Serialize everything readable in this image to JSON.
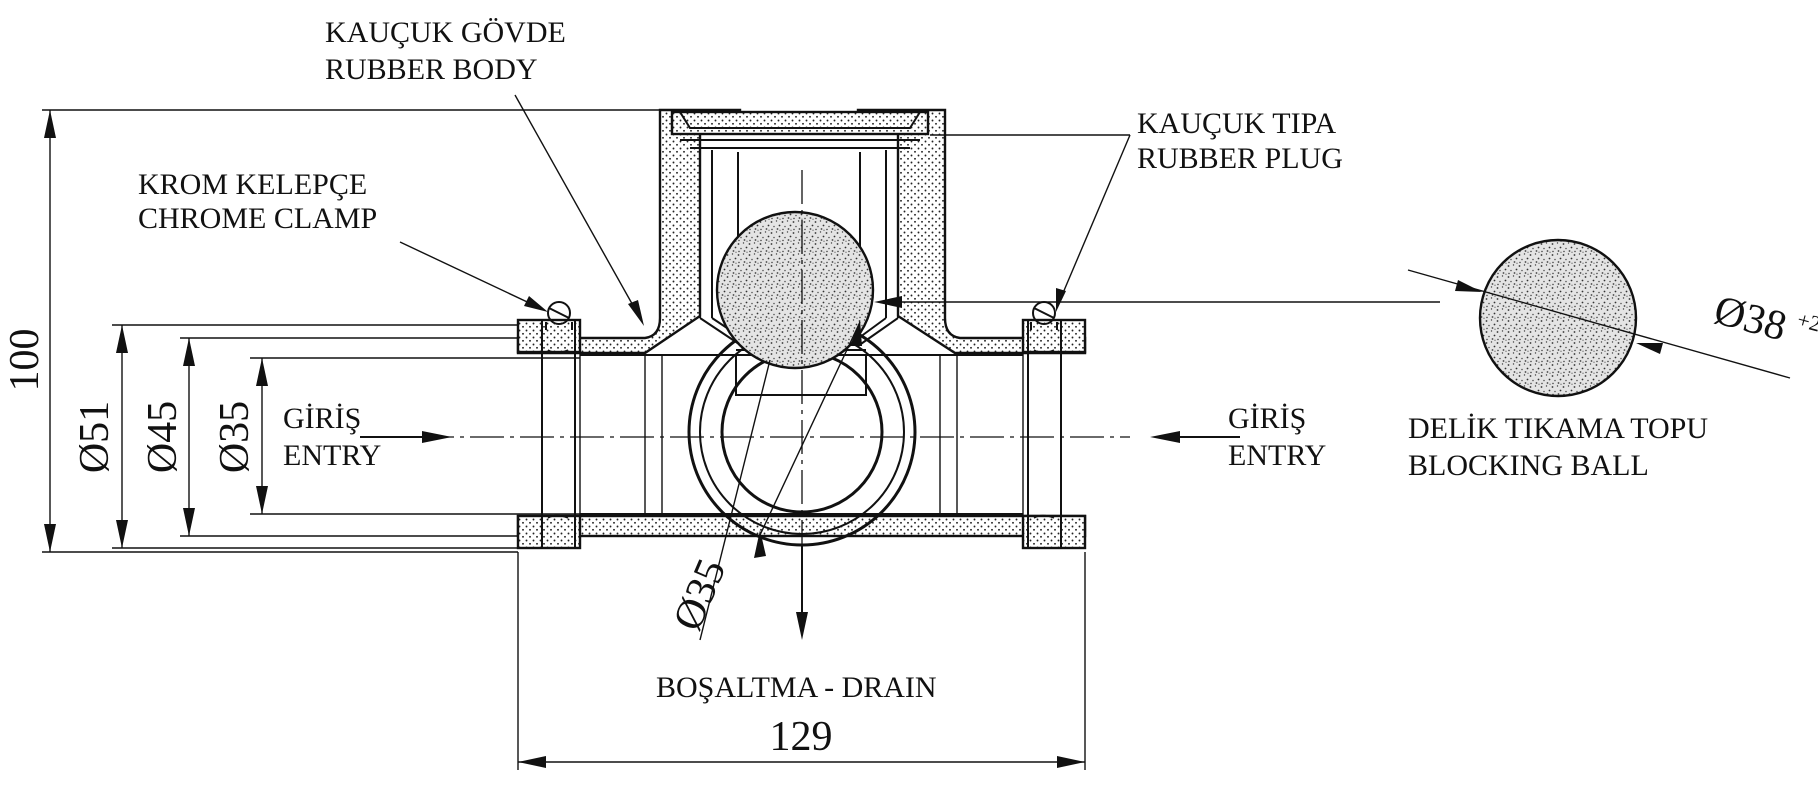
{
  "labels": {
    "rubber_body_tr": "KAUÇUK GÖVDE",
    "rubber_body_en": "RUBBER BODY",
    "rubber_plug_tr": "KAUÇUK TIPA",
    "rubber_plug_en": "RUBBER PLUG",
    "chrome_clamp_tr": "KROM KELEPÇE",
    "chrome_clamp_en": "CHROME CLAMP",
    "entry_left_tr": "GİRİŞ",
    "entry_left_en": "ENTRY",
    "entry_right_tr": "GİRİŞ",
    "entry_right_en": "ENTRY",
    "blocking_ball_tr": "DELİK TIKAMA TOPU",
    "blocking_ball_en": "BLOCKING BALL",
    "drain": "BOŞALTMA - DRAIN"
  },
  "dimensions": {
    "height": "100",
    "outer_diameter": "Ø51",
    "clamp_diameter": "Ø45",
    "inner_diameter": "Ø35",
    "drain_diameter": "Ø35",
    "ball_diameter": "Ø38",
    "ball_tolerance": "+2",
    "length": "129"
  },
  "colors": {
    "line": "#111111",
    "background": "#ffffff"
  }
}
